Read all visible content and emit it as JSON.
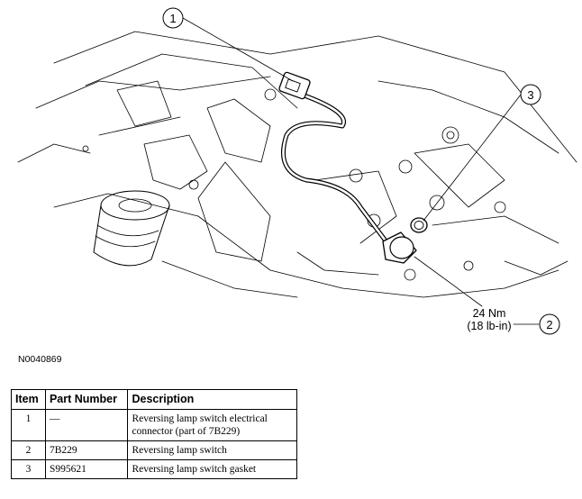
{
  "figure": {
    "callouts": [
      "1",
      "2",
      "3"
    ],
    "torque_line1": "24 Nm",
    "torque_line2": "(18 lb-in)",
    "figure_id": "N0040869"
  },
  "table": {
    "headers": {
      "item": "Item",
      "part_number": "Part Number",
      "description": "Description"
    },
    "rows": [
      {
        "item": "1",
        "part_number": "—",
        "description": "Reversing lamp switch electrical connector (part of 7B229)"
      },
      {
        "item": "2",
        "part_number": "7B229",
        "description": "Reversing lamp switch"
      },
      {
        "item": "3",
        "part_number": "S995621",
        "description": "Reversing lamp switch gasket"
      }
    ]
  }
}
